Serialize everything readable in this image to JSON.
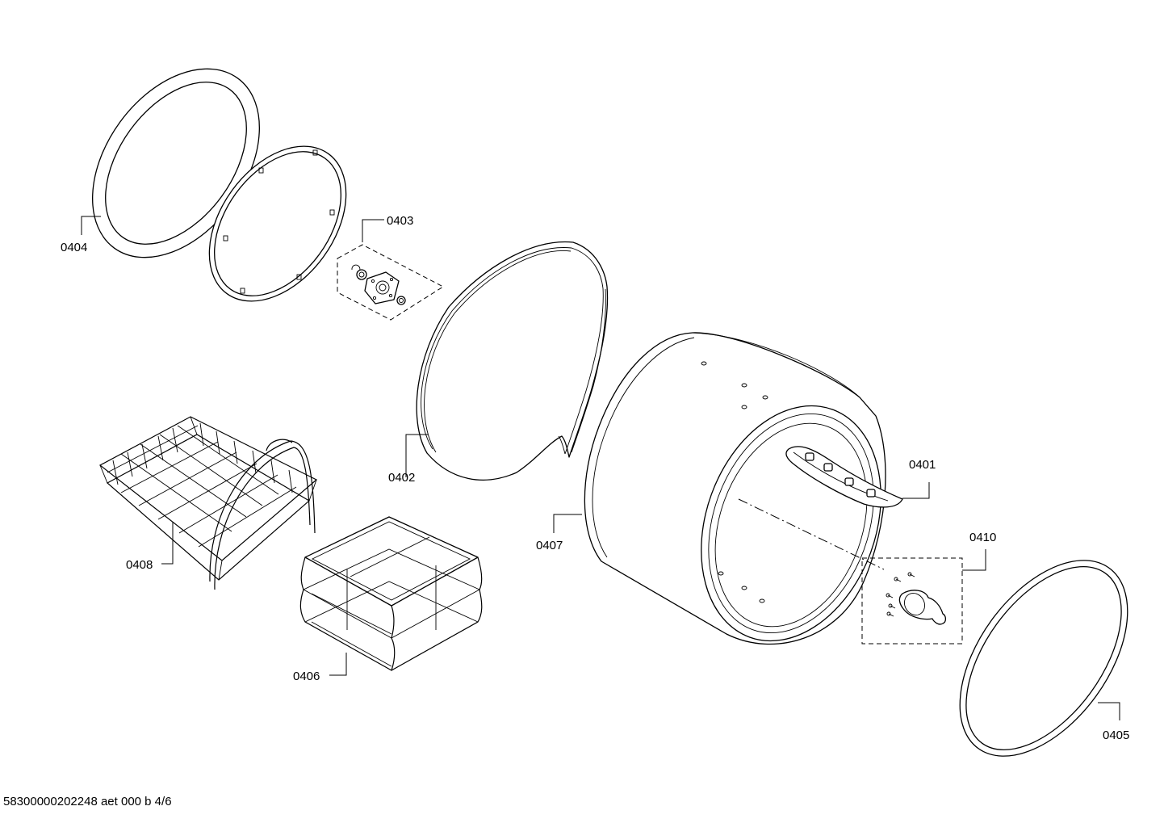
{
  "labels": {
    "p0401": "0401",
    "p0402": "0402",
    "p0403": "0403",
    "p0404": "0404",
    "p0405": "0405",
    "p0406": "0406",
    "p0407": "0407",
    "p0408": "0408",
    "p0410": "0410"
  },
  "footer": "58300000202248 aet 000 b 4/6"
}
